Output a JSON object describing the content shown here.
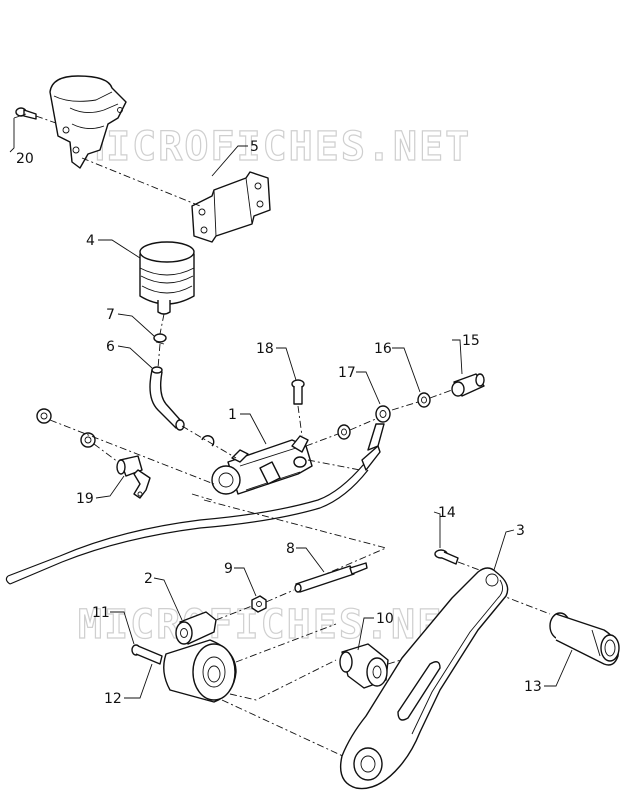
{
  "watermark": "MICROFICHES.NET",
  "callouts": {
    "c1": "1",
    "c2": "2",
    "c3": "3",
    "c4": "4",
    "c5": "5",
    "c6": "6",
    "c7": "7",
    "c8": "8",
    "c9": "9",
    "c10": "10",
    "c11": "11",
    "c12": "12",
    "c13": "13",
    "c14": "14",
    "c15": "15",
    "c16": "16",
    "c17": "17",
    "c18": "18",
    "c19": "19",
    "c20": "20"
  }
}
